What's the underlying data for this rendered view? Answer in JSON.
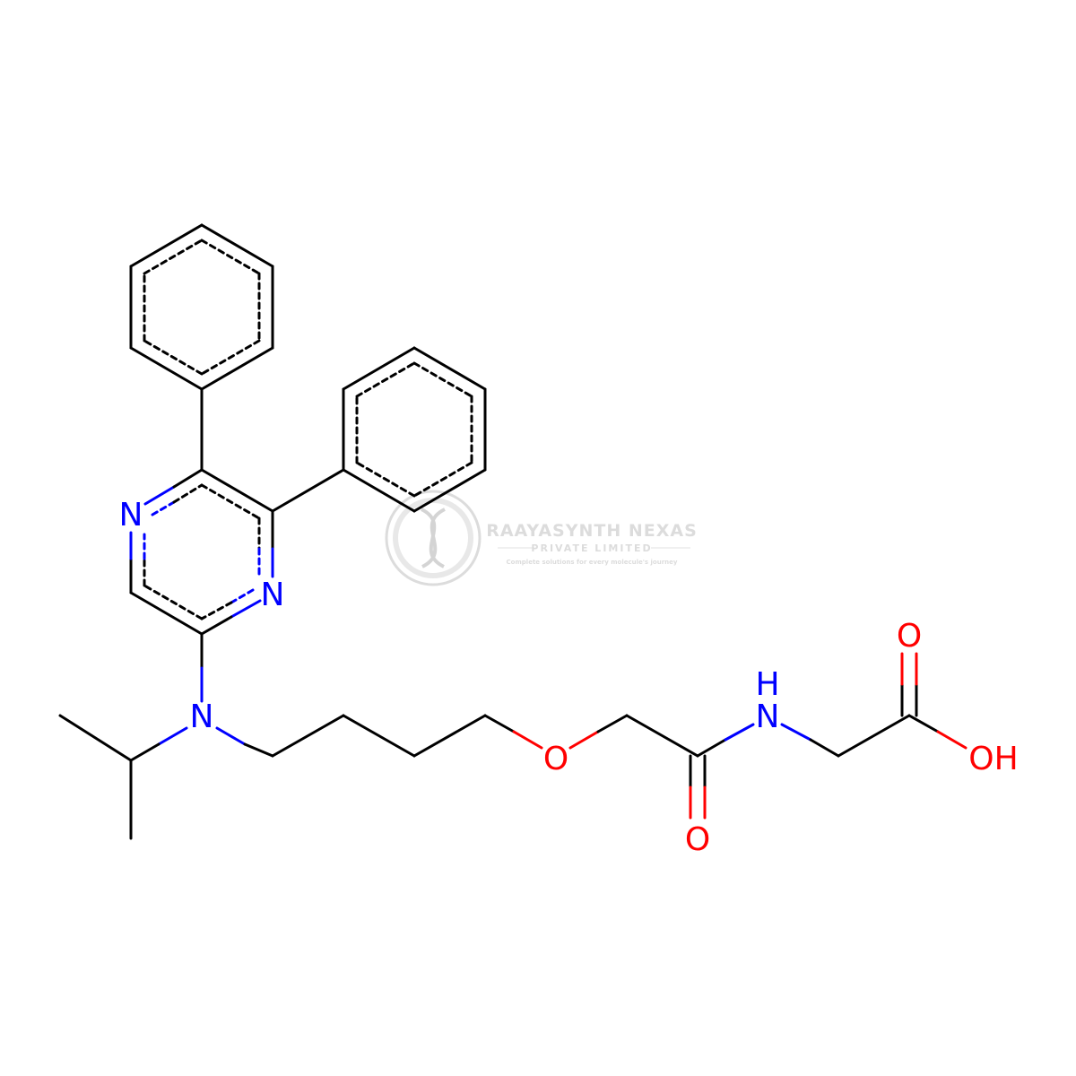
{
  "colors": {
    "background": "#FFFFFF",
    "carbon": "#000000",
    "nitrogen": "#0000FF",
    "oxygen": "#FF0000",
    "watermark": "#D9D9D9"
  },
  "atom_labels": {
    "n_pyrazine_1": "N",
    "n_pyrazine_4": "N",
    "n_amine": "N",
    "o_ether": "O",
    "o_amide": "O",
    "n_amide": "N",
    "h_amide": "H",
    "o_acid_carbonyl": "O",
    "oh_acid": "OH"
  },
  "watermark": {
    "company": "RAAYASYNTH NEXAS",
    "subtitle": "PRIVATE LIMITED",
    "tagline": "Complete solutions for every molecule's journey"
  }
}
